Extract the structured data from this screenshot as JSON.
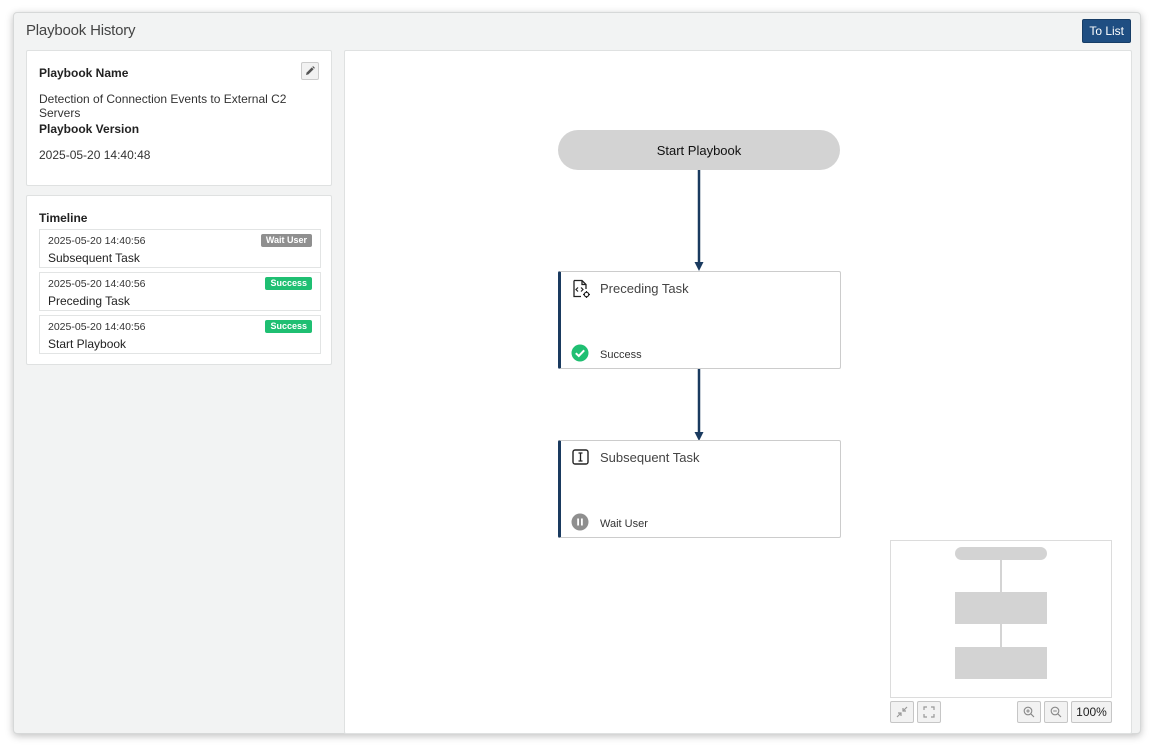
{
  "window": {
    "title": "Playbook History",
    "to_list_label": "To List"
  },
  "info": {
    "name_label": "Playbook Name",
    "name_value": "Detection of Connection Events to External C2 Servers",
    "version_label": "Playbook Version",
    "version_value": "2025-05-20 14:40:48",
    "edit_icon": "pencil-icon"
  },
  "timeline": {
    "title": "Timeline",
    "items": [
      {
        "time": "2025-05-20 14:40:56",
        "name": "Subsequent Task",
        "status": "Wait User",
        "status_color": "#8f8f8f"
      },
      {
        "time": "2025-05-20 14:40:56",
        "name": "Preceding Task",
        "status": "Success",
        "status_color": "#1fbf72"
      },
      {
        "time": "2025-05-20 14:40:56",
        "name": "Start Playbook",
        "status": "Success",
        "status_color": "#1fbf72"
      }
    ]
  },
  "flow": {
    "start_label": "Start Playbook",
    "tasks": [
      {
        "name": "Preceding Task",
        "status": "Success",
        "icon": "code-doc-icon",
        "status_icon": "check-circle-icon"
      },
      {
        "name": "Subsequent Task",
        "status": "Wait User",
        "icon": "user-input-icon",
        "status_icon": "pause-circle-icon"
      }
    ],
    "edge_color": "#1a3a5f"
  },
  "minimap": {
    "zoom_label": "100%"
  },
  "colors": {
    "accent": "#1f4e82",
    "success": "#1fbf72",
    "wait": "#8f8f8f"
  }
}
